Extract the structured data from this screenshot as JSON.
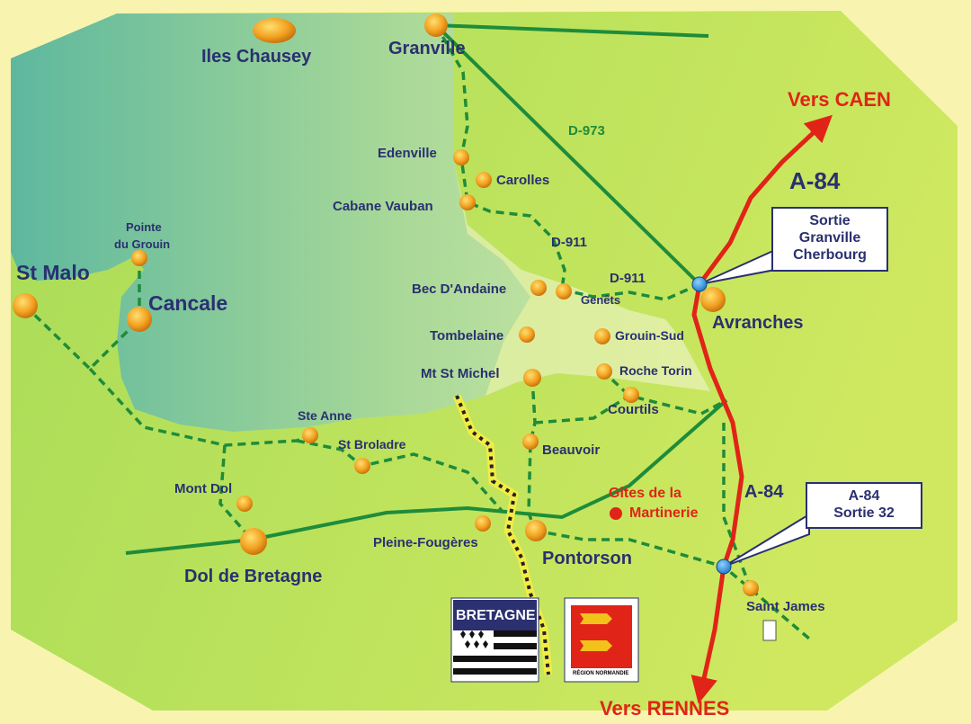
{
  "places": {
    "iles_chausey": "Iles  Chausey",
    "granville": "Granville",
    "edenville": "Edenville",
    "carolles": "Carolles",
    "cabane_vauban": "Cabane  Vauban",
    "pointe_du_grouin_1": "Pointe",
    "pointe_du_grouin_2": "du  Grouin",
    "st_malo": "St  Malo",
    "cancale": "Cancale",
    "bec_dandaine": "Bec  D'Andaine",
    "genets": "Genêts",
    "avranches": "Avranches",
    "tombelaine": "Tombelaine",
    "grouin_sud": "Grouin-Sud",
    "mt_st_michel": "Mt St  Michel",
    "roche_torin": "Roche Torin",
    "courtils": "Courtils",
    "ste_anne": "Ste  Anne",
    "st_broladre": "St  Broladre",
    "beauvoir": "Beauvoir",
    "mont_dol": "Mont Dol",
    "pleine_fougeres": "Pleine-Fougères",
    "pontorson": "Pontorson",
    "dol_de_bretagne": "Dol de Bretagne",
    "saint_james": "Saint James"
  },
  "roads": {
    "d973": "D-973",
    "d911_a": "D-911",
    "d911_b": "D-911",
    "a84_north": "A-84",
    "a84_south": "A-84"
  },
  "directions": {
    "caen": "Vers  CAEN",
    "rennes": "Vers  RENNES"
  },
  "callouts": {
    "sortie_north": [
      "Sortie",
      "Granville",
      "Cherbourg"
    ],
    "sortie_32": [
      "A-84",
      "Sortie 32"
    ]
  },
  "gites": {
    "line1": "Gîtes de la",
    "line2": "Martinerie"
  },
  "flags": {
    "bretagne": "BRETAGNE",
    "normandie": "RÉGION NORMANDIE"
  },
  "colors": {
    "sea": "#5fb8a0",
    "land": "#b8e05a",
    "background": "#f8f4b0",
    "road_green": "#1e8c3a",
    "motorway_red": "#e02418",
    "label_navy": "#2a3070",
    "border_yellow": "#f2ec46"
  }
}
